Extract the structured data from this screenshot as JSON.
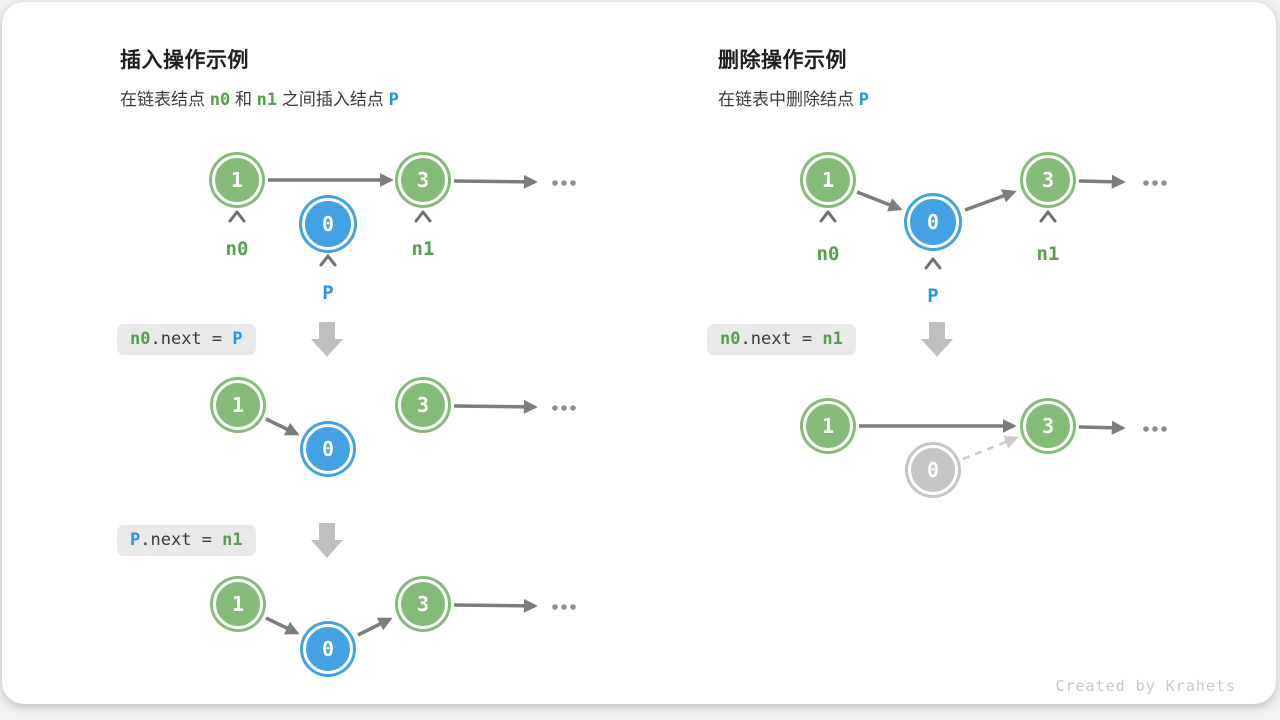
{
  "left_panel": {
    "title": "插入操作示例",
    "subtitle": [
      {
        "text": "在链表结点 "
      },
      {
        "text": "n0"
      },
      {
        "text": " 和 "
      },
      {
        "text": "n1"
      },
      {
        "text": " 之间插入结点 "
      },
      {
        "text": "P"
      }
    ],
    "code1": [
      {
        "text": "n0"
      },
      {
        "text": ".next = "
      },
      {
        "text": "P"
      }
    ],
    "code2": [
      {
        "text": "P"
      },
      {
        "text": ".next = "
      },
      {
        "text": "n1"
      }
    ],
    "nodes": {
      "first": "1",
      "third": "3",
      "inserted": "0"
    },
    "labels": {
      "n0": "n0",
      "n1": "n1",
      "p": "P"
    }
  },
  "right_panel": {
    "title": "删除操作示例",
    "subtitle": [
      {
        "text": "在链表中删除结点 "
      },
      {
        "text": "P"
      }
    ],
    "code1": [
      {
        "text": "n0"
      },
      {
        "text": ".next = "
      },
      {
        "text": "n1"
      }
    ],
    "nodes": {
      "first": "1",
      "third": "3",
      "deleted": "0"
    },
    "labels": {
      "n0": "n0",
      "n1": "n1",
      "p": "P"
    }
  },
  "ellipsis": "...",
  "watermark": "Created by Krahets",
  "colors": {
    "node_green": "#85bb78",
    "node_blue": "#43a2e4",
    "node_gray": "#c5c5c5",
    "text_green": "#55a04e",
    "text_blue": "#2497e3",
    "arrow_gray": "#7d7d7d",
    "dashed_gray": "#cbcbcb",
    "block_arrow_gray": "#bfbfbf",
    "code_bg": "#e9e9e9"
  }
}
